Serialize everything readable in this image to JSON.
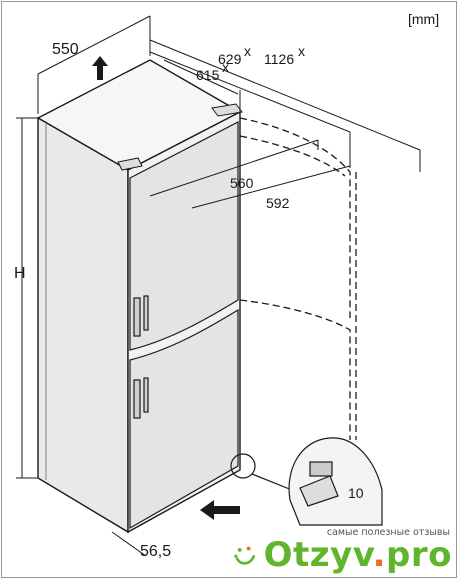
{
  "unit_label": "[mm]",
  "dimensions": {
    "width": "550",
    "depth_629": "629",
    "depth_629_mark": "x",
    "depth_1126": "1126",
    "depth_1126_mark": "x",
    "depth_615": "615",
    "depth_615_mark": "x",
    "door_560": "560",
    "door_592": "592",
    "height": "H",
    "foot_gap": "56,5",
    "wrench_size": "10"
  },
  "watermark": {
    "tagline": "самые полезные отзывы",
    "brand_main": "Otzyv",
    "brand_dot": ".",
    "brand_tld": "pro"
  },
  "colors": {
    "line": "#1a1a1a",
    "body": "#efefef",
    "door": "#e6e6e6",
    "brand_green": "#5fb52c",
    "brand_orange": "#e86f2c"
  }
}
